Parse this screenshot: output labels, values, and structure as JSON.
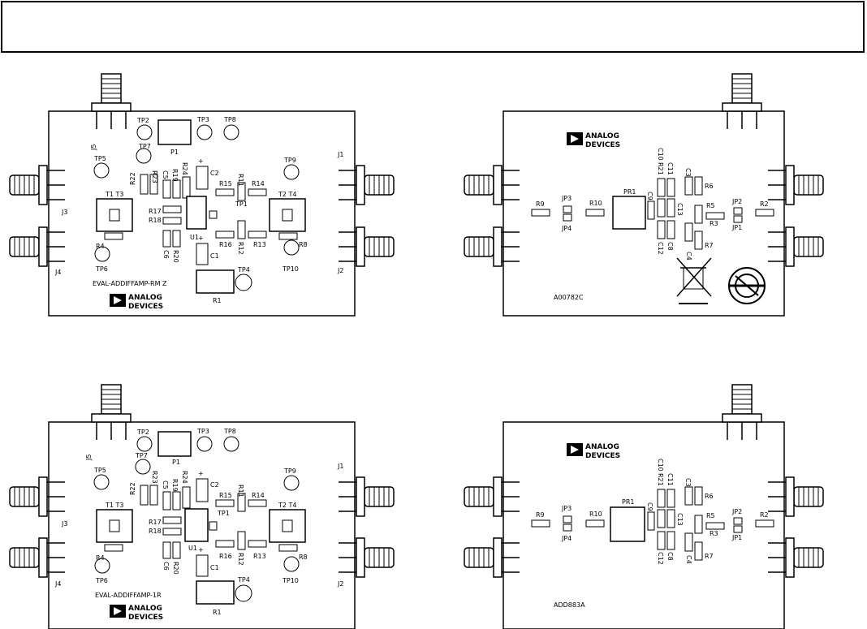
{
  "title_box_text": "",
  "boards": {
    "top_left": {
      "board_label": "EVAL-ADDIFFAMP-RM Z",
      "connectors": [
        "J5",
        "J3",
        "J4",
        "J1",
        "J2"
      ],
      "testpoints": [
        "TP2",
        "TP7",
        "TP3",
        "TP8",
        "TP5",
        "TP9",
        "TP6",
        "TP10",
        "TP4",
        "TP1"
      ],
      "components": [
        "P1",
        "R22",
        "R23",
        "C5",
        "R19",
        "R24",
        "C2",
        "R15",
        "R11",
        "R14",
        "T1 T3",
        "T2 T4",
        "R17",
        "R18",
        "U1",
        "C6",
        "R20",
        "C1",
        "R16",
        "R12",
        "R13",
        "R4",
        "R8",
        "R1"
      ],
      "logo_line1": "ANALOG",
      "logo_line2": "DEVICES"
    },
    "top_right": {
      "board_label": "A00782C",
      "logo_line1": "ANALOG",
      "logo_line2": "DEVICES",
      "components": [
        "R9",
        "JP3",
        "JP4",
        "R10",
        "PR1",
        "C9",
        "R21",
        "C10",
        "C11",
        "C13",
        "C12",
        "C8",
        "C3",
        "R6",
        "R5",
        "R3",
        "R7",
        "C4",
        "JP2",
        "JP1",
        "R2"
      ]
    },
    "bottom_left": {
      "board_label": "EVAL-ADDIFFAMP-1R",
      "connectors": [
        "J5",
        "J3",
        "J4",
        "J1",
        "J2"
      ],
      "testpoints": [
        "TP2",
        "TP7",
        "TP3",
        "TP8",
        "TP5",
        "TP9",
        "TP6",
        "TP10",
        "TP4",
        "TP1"
      ],
      "components": [
        "P1",
        "R22",
        "R23",
        "C5",
        "R19",
        "R24",
        "C2",
        "R15",
        "R11",
        "R14",
        "T1 T3",
        "T2 T4",
        "R17",
        "R18",
        "U1",
        "C6",
        "R20",
        "C1",
        "R16",
        "R12",
        "R13",
        "R4",
        "R8",
        "R1"
      ],
      "logo_line1": "ANALOG",
      "logo_line2": "DEVICES"
    },
    "bottom_right": {
      "board_label": "ADD883A",
      "logo_line1": "ANALOG",
      "logo_line2": "DEVICES",
      "components": [
        "R9",
        "JP3",
        "JP4",
        "R10",
        "PR1",
        "C9",
        "R21",
        "C10",
        "C11",
        "C13",
        "C12",
        "C8",
        "C3",
        "R6",
        "R5",
        "R3",
        "R7",
        "C4",
        "JP2",
        "JP1",
        "R2"
      ]
    }
  }
}
